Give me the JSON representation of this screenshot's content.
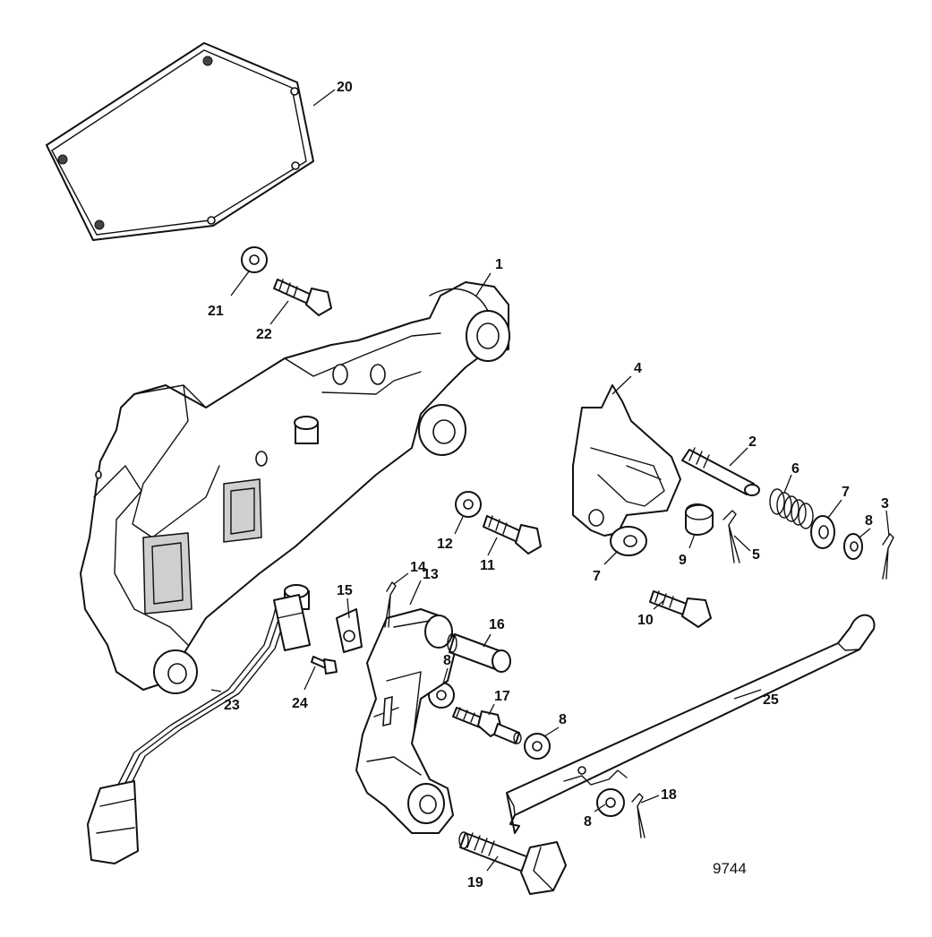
{
  "callouts": {
    "c1": "1",
    "c2": "2",
    "c3": "3",
    "c4": "4",
    "c5": "5",
    "c6": "6",
    "c7a": "7",
    "c7b": "7",
    "c8a": "8",
    "c8b": "8",
    "c8c": "8",
    "c8d": "8",
    "c9": "9",
    "c10": "10",
    "c11": "11",
    "c12": "12",
    "c13": "13",
    "c14": "14",
    "c15": "15",
    "c16": "16",
    "c17": "17",
    "c18": "18",
    "c19": "19",
    "c20": "20",
    "c21": "21",
    "c22": "22",
    "c23": "23",
    "c24": "24",
    "c25": "25"
  },
  "reference_number": "9744"
}
